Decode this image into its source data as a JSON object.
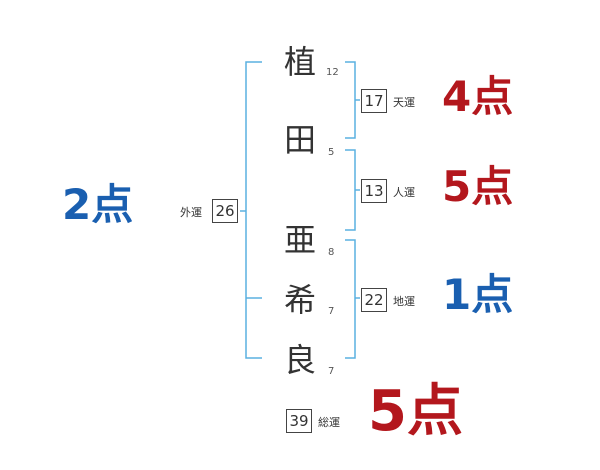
{
  "name_chars": [
    {
      "char": "植",
      "strokes": "12"
    },
    {
      "char": "田",
      "strokes": "5"
    },
    {
      "char": "亜",
      "strokes": "8"
    },
    {
      "char": "希",
      "strokes": "7"
    },
    {
      "char": "良",
      "strokes": "7"
    }
  ],
  "fortunes": {
    "tenun": {
      "value": "17",
      "label": "天運",
      "score": "4点"
    },
    "jinun": {
      "value": "13",
      "label": "人運",
      "score": "5点"
    },
    "chiun": {
      "value": "22",
      "label": "地運",
      "score": "1点"
    },
    "gaiun": {
      "value": "26",
      "label": "外運",
      "score": "2点"
    },
    "souun": {
      "value": "39",
      "label": "総運",
      "score": "5点"
    }
  },
  "colors": {
    "bracket": "#5ab0e0",
    "good": "#b3171d",
    "bad": "#1a5fb0"
  }
}
